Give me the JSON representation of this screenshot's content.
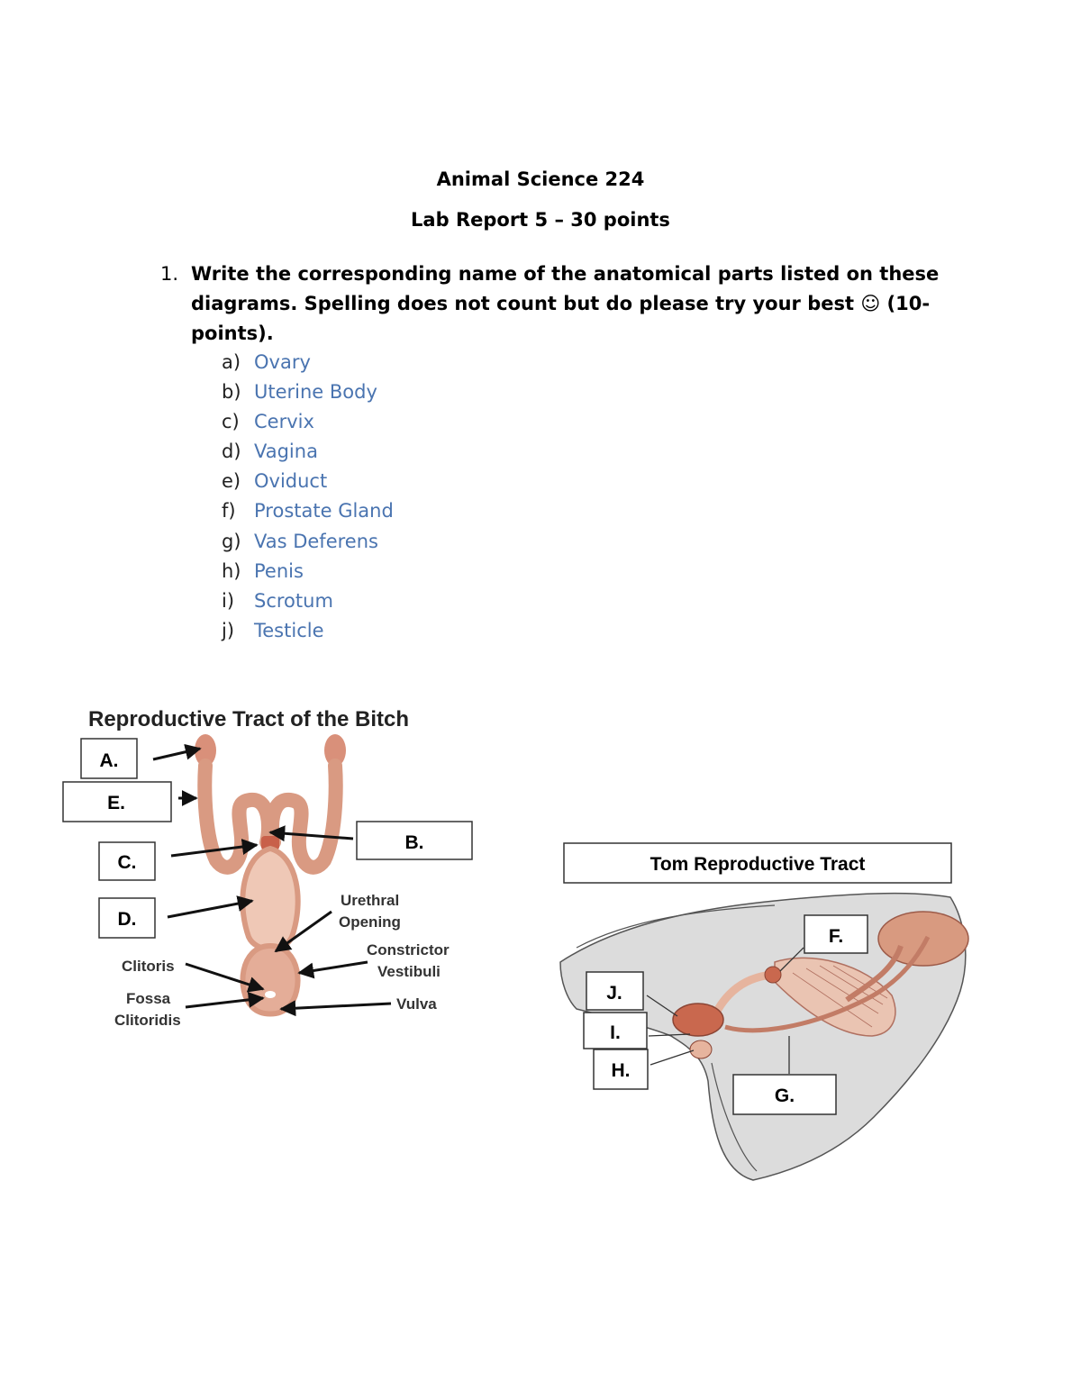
{
  "header": {
    "course": "Animal Science 224",
    "report": "Lab Report 5 – 30 points"
  },
  "question": {
    "number": "1.",
    "text": "Write the corresponding name of the anatomical parts listed on these diagrams. Spelling does not count but do please try your best ☺ (10-points)."
  },
  "answers": [
    {
      "letter": "a)",
      "value": "Ovary"
    },
    {
      "letter": "b)",
      "value": "Uterine Body"
    },
    {
      "letter": "c)",
      "value": "Cervix"
    },
    {
      "letter": "d)",
      "value": "Vagina"
    },
    {
      "letter": "e)",
      "value": "Oviduct"
    },
    {
      "letter": "f)",
      "value": "Prostate Gland"
    },
    {
      "letter": "g)",
      "value": "Vas Deferens"
    },
    {
      "letter": "h)",
      "value": "Penis"
    },
    {
      "letter": "i)",
      "value": "Scrotum"
    },
    {
      "letter": "j)",
      "value": "Testicle"
    }
  ],
  "bitch_diagram": {
    "title": "Reproductive Tract of the Bitch",
    "boxes": {
      "a": "A.",
      "e": "E.",
      "c": "C.",
      "d": "D.",
      "b": "B."
    },
    "labels": {
      "urethral": "Urethral",
      "opening": "Opening",
      "constrictor": "Constrictor",
      "vestibuli": "Vestibuli",
      "clitoris": "Clitoris",
      "fossa": "Fossa",
      "clitoridis": "Clitoridis",
      "vulva": "Vulva"
    }
  },
  "tom_diagram": {
    "title": "Tom Reproductive Tract",
    "boxes": {
      "f": "F.",
      "j": "J.",
      "i": "I.",
      "h": "H.",
      "g": "G."
    }
  },
  "colors": {
    "answer_text": "#4a74b0",
    "tissue": "#d99a82",
    "tissue_light": "#efc8b6",
    "tom_body": "#dcdcdc"
  }
}
